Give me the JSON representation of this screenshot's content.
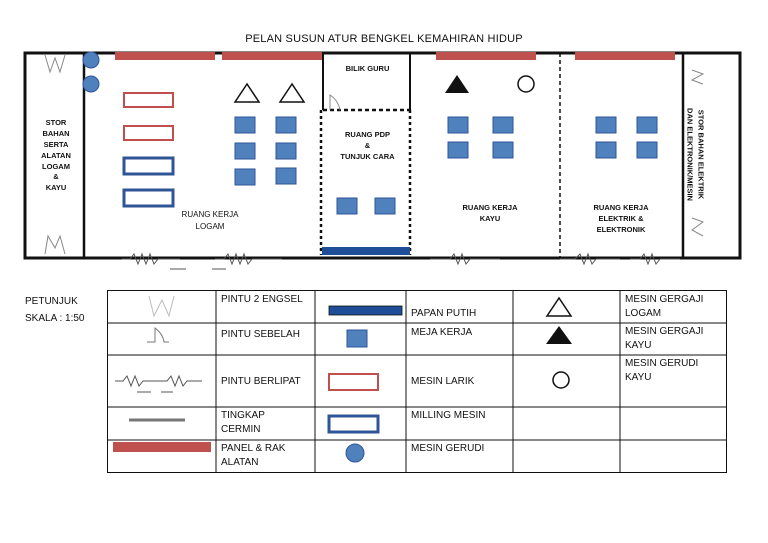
{
  "title": "PELAN SUSUN ATUR BENGKEL KEMAHIRAN HIDUP",
  "rooms": {
    "stor_bahan": "STOR\nBAHAN\nSERTA\nALATAN\nLOGAM\n&\nKAYU",
    "ruang_logam": "RUANG KERJA\nLOGAM",
    "bilik_guru": "BILIK GURU",
    "ruang_pdp": "RUANG PDP\n&\nTUNJUK CARA",
    "ruang_kayu": "RUANG KERJA\nKAYU",
    "ruang_elektrik": "RUANG KERJA\nELEKTRIK &\nELEKTRONIK",
    "stor_elektrik": "STOR BAHAN ELEKTRIK\nDAN ELEKTRONIK/MESIN"
  },
  "legend": {
    "heading": "PETUNJUK",
    "scale": "SKALA : 1:50",
    "items": {
      "pintu_2_engsel": "PINTU 2 ENGSEL",
      "pintu_sebelah": "PINTU SEBELAH",
      "pintu_berlipat": "PINTU BERLIPAT",
      "tingkap_cermin": "TINGKAP\nCERMIN",
      "panel_rak": "PANEL & RAK\nALATAN",
      "papan_putih": "PAPAN PUTIH",
      "meja_kerja": "MEJA KERJA",
      "mesin_larik": "MESIN LARIK",
      "milling_mesin": "MILLING MESIN",
      "mesin_gerudi": "MESIN GERUDI",
      "mesin_gergaji_logam": "MESIN GERGAJI\nLOGAM",
      "mesin_gergaji_kayu": "MESIN GERGAJI\nKAYU",
      "mesin_gerudi_kayu": "MESIN GERUDI\nKAYU"
    }
  },
  "colors": {
    "panel_red": "#c0504d",
    "desk_blue": "#4f81bd",
    "milling_blue": "#2f5597",
    "whiteboard_blue": "#1f4e99"
  }
}
